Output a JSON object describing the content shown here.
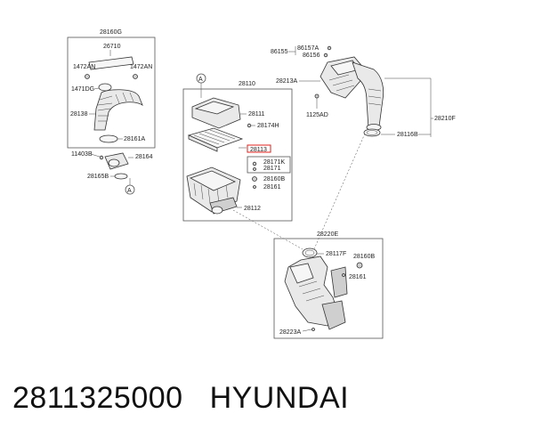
{
  "groups": {
    "g1": "28160G",
    "g2": "28110",
    "g3": "28210F",
    "g4": "28220E"
  },
  "labels": {
    "l28710": "26710",
    "l1472an_a": "1472AN",
    "l1472an_b": "1472AN",
    "l1471dg": "1471DG",
    "l28138": "28138",
    "l28161a": "28161A",
    "l11403b": "11403B",
    "l28164": "28164",
    "l28165b": "28165B",
    "l28111": "28111",
    "l28174h": "28174H",
    "l28113": "28113",
    "l28171k": "28171K",
    "l28171": "28171",
    "l28160b_a": "28160B",
    "l28161_a": "28161",
    "l28112": "28112",
    "l86155": "86155",
    "l86157a": "86157A",
    "l86156": "86156",
    "l28213a": "28213A",
    "l1125ad": "1125AD",
    "l28116b": "28116B",
    "l28117f": "28117F",
    "l28160b_b": "28160B",
    "l28161_b": "28161",
    "l28223a": "28223A"
  },
  "refs": {
    "a1": "A",
    "a2": "A"
  },
  "caption": {
    "part_number": "2811325000",
    "brand": "HYUNDAI"
  },
  "colors": {
    "highlight": "#e0201e"
  }
}
